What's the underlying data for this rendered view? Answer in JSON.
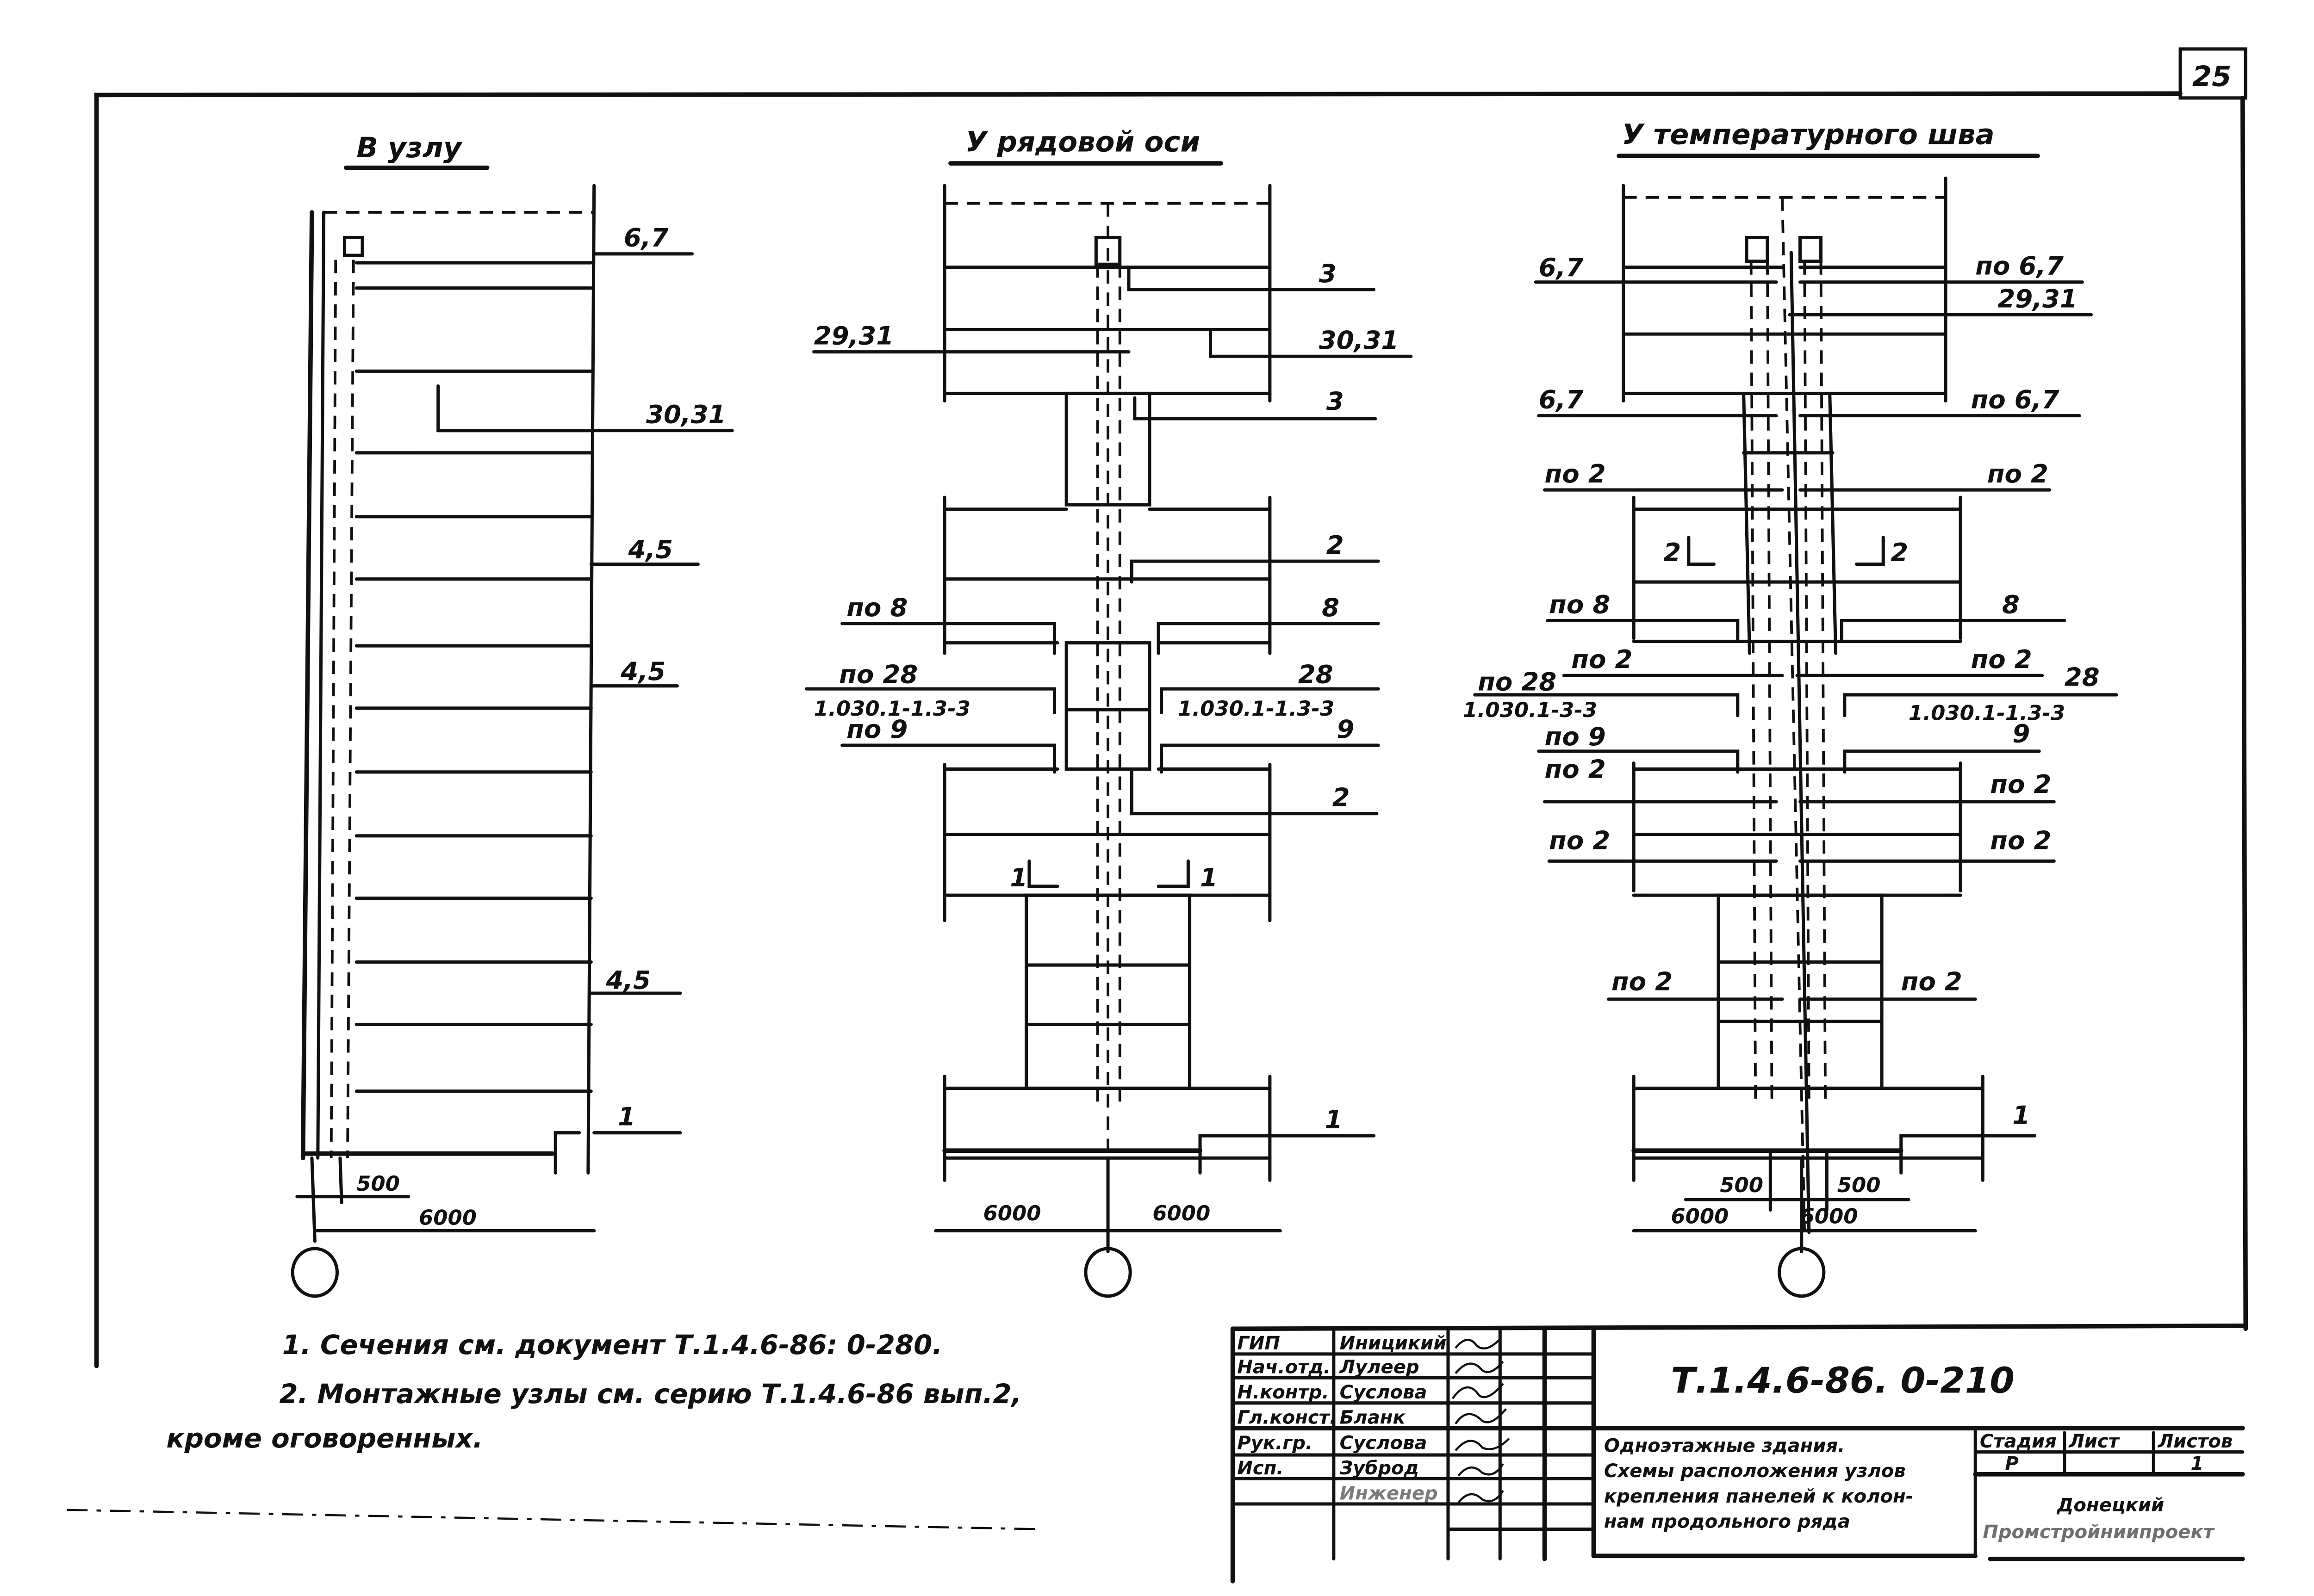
{
  "page_number": "25",
  "views": {
    "corner": {
      "title": "В узлу",
      "labels": {
        "l67": "6,7",
        "l3031": "30,31",
        "l45a": "4,5",
        "l45b": "4,5",
        "l45c": "4,5",
        "l1": "1"
      },
      "dims": {
        "d500": "500",
        "d6000": "6000"
      }
    },
    "row_axis": {
      "title": "У рядовой оси",
      "labels": {
        "r3a": "3",
        "l2931": "29,31",
        "r3031": "30,31",
        "r3b": "3",
        "r2a": "2",
        "lpo8": "по 8",
        "r8": "8",
        "lpo28": "по 28",
        "lser": "1.030.1-1.3-3",
        "r28": "28",
        "rser": "1.030.1-1.3-3",
        "lpo9": "по 9",
        "r9": "9",
        "r2b": "2",
        "sec_l": "1",
        "sec_r": "1",
        "r1": "1"
      },
      "dims": {
        "left": "6000",
        "right": "6000"
      }
    },
    "temp_joint": {
      "title": "У температурного шва",
      "labels": {
        "l67a": "6,7",
        "rpo67a": "по 6,7",
        "r2931": "29,31",
        "l67b": "6,7",
        "rpo67b": "по 6,7",
        "lpo2a": "по 2",
        "rpo2a": "по 2",
        "sec_l": "2",
        "sec_r": "2",
        "lpo8": "по 8",
        "r8": "8",
        "lpo2b": "по 2",
        "rpo2b": "по 2",
        "lpo28": "по 28",
        "lser": "1.030.1-3-3",
        "r28": "28",
        "rser": "1.030.1-1.3-3",
        "lpo9": "по 9",
        "r9": "9",
        "lpo2c": "по 2",
        "rpo2c": "по 2",
        "lpo2d": "по 2",
        "rpo2d": "по 2",
        "lpo2e": "по 2",
        "rpo2e": "по 2",
        "r1": "1"
      },
      "dims": {
        "l500": "500",
        "r500": "500",
        "l6000": "6000",
        "r6000": "6000"
      }
    }
  },
  "notes": {
    "n1": "1. Сечения см. документ Т.1.4.6-86: 0-280.",
    "n2": "2. Монтажные узлы см. серию Т.1.4.6-86 вып.2,",
    "n3": "кроме оговоренных."
  },
  "title_block": {
    "code": "Т.1.4.6-86. 0-210",
    "roles": [
      {
        "role": "ГИП",
        "name": "Иницикий"
      },
      {
        "role": "Нач.отд.",
        "name": "Лулеер"
      },
      {
        "role": "Н.контр.",
        "name": "Суслова"
      },
      {
        "role": "Гл.конст.",
        "name": "Бланк"
      },
      {
        "role": "Рук.гр.",
        "name": "Суслова"
      },
      {
        "role": "Исп.",
        "name": "Зуброд"
      },
      {
        "role": "",
        "name": "Инженер"
      }
    ],
    "description": [
      "Одноэтажные здания.",
      "Схемы расположения узлов",
      "крепления панелей к колон-",
      "нам продольного ряда"
    ],
    "stage_header": "Стадия",
    "sheet_header": "Лист",
    "sheets_header": "Листов",
    "stage": "Р",
    "sheet": "",
    "sheets": "1",
    "org": [
      "Донецкий",
      "Промстройниипроект"
    ]
  }
}
